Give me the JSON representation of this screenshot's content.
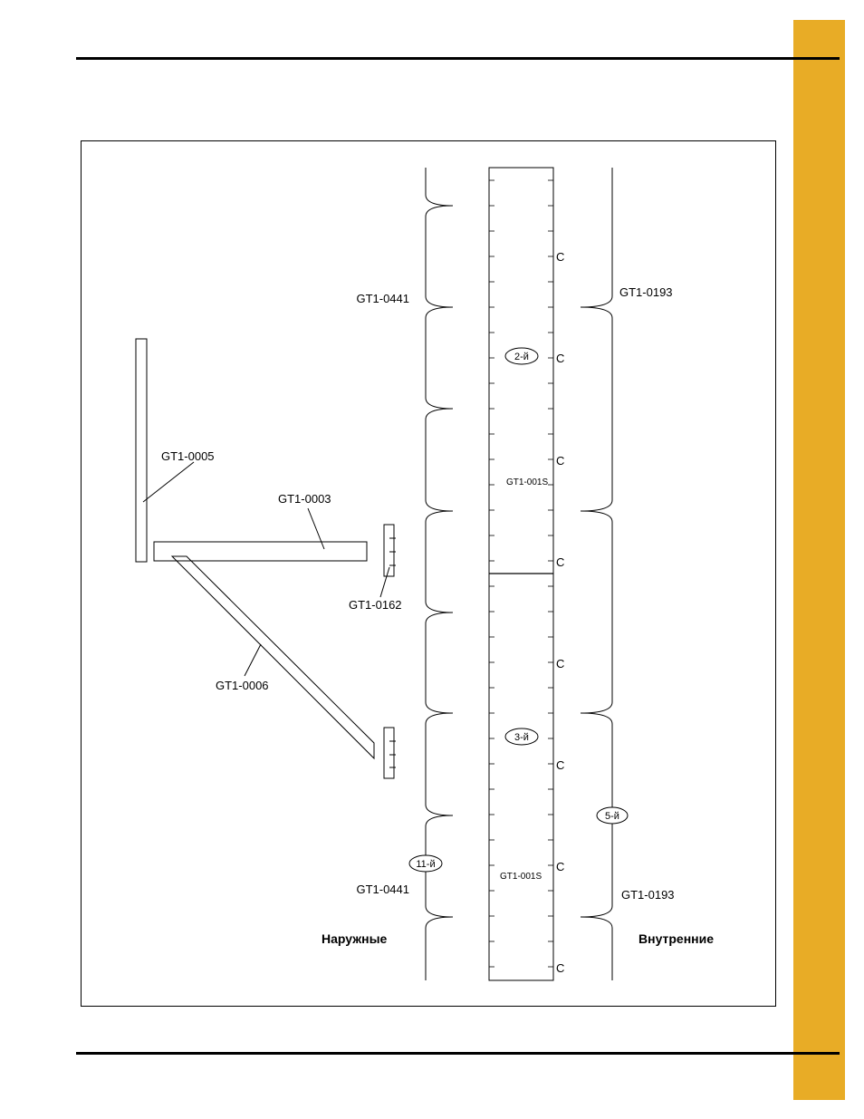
{
  "colors": {
    "tab": "#e8ac26",
    "line": "#000000",
    "background": "#ffffff"
  },
  "labels": {
    "outer_part_top": "GT1-0441",
    "inner_part_top": "GT1-0193",
    "rank_2": "2-й",
    "rank_3": "3-й",
    "rank_5": "5-й",
    "rank_11": "11-й",
    "sheet_top": "GT1-001S",
    "sheet_bottom": "GT1-001S",
    "brace_vertical": "GT1-0005",
    "brace_horizontal": "GT1-0003",
    "clip": "GT1-0162",
    "brace_diagonal": "GT1-0006",
    "outer_part_bottom": "GT1-0441",
    "inner_part_bottom": "GT1-0193",
    "outer_caption": "Наружные",
    "inner_caption": "Внутренние"
  },
  "c_marks": [
    "C",
    "C",
    "C",
    "C",
    "C",
    "C",
    "C",
    "C"
  ]
}
